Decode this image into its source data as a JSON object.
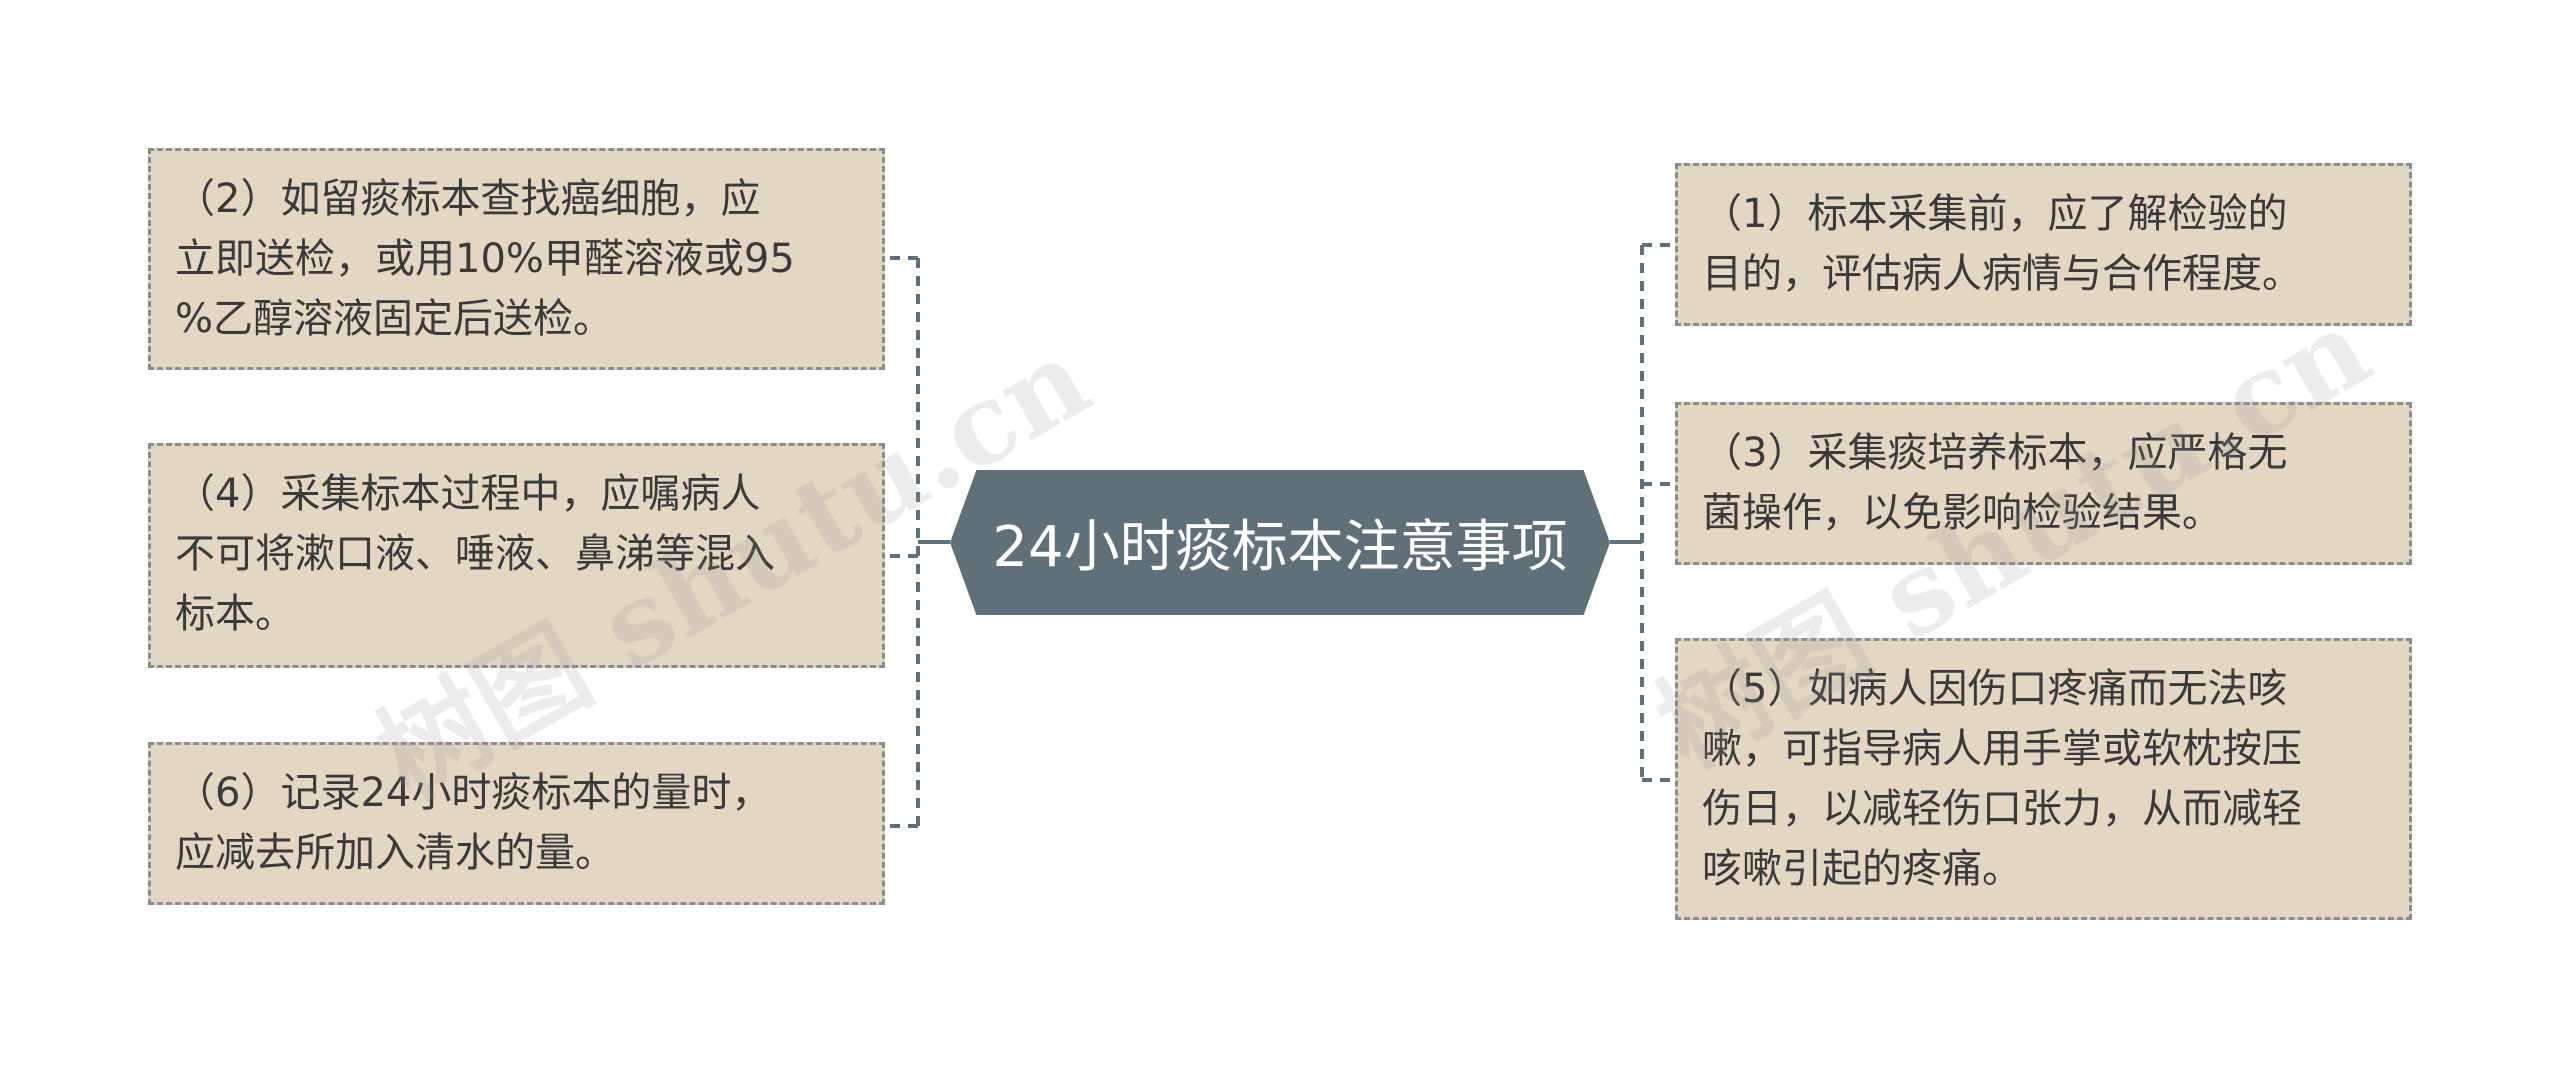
{
  "center": {
    "label": "24小时痰标本注意事项"
  },
  "left_nodes": [
    {
      "text": "（2）如留痰标本查找癌细胞，应\n立即送检，或用10%甲醛溶液或95\n%乙醇溶液固定后送检。"
    },
    {
      "text": "（4）采集标本过程中，应嘱病人\n不可将漱口液、唾液、鼻涕等混入\n标本。"
    },
    {
      "text": "（6）记录24小时痰标本的量时，\n应减去所加入清水的量。"
    }
  ],
  "right_nodes": [
    {
      "text": "（1）标本采集前，应了解检验的\n目的，评估病人病情与合作程度。"
    },
    {
      "text": "（3）采集痰培养标本，应严格无\n菌操作，以免影响检验结果。"
    },
    {
      "text": "（5）如病人因伤口疼痛而无法咳\n嗽，可指导病人用手掌或软枕按压\n伤日，以减轻伤口张力，从而减轻\n咳嗽引起的疼痛。"
    }
  ],
  "watermarks": [
    "树图 shutu.cn",
    "树图 shutu.cn"
  ],
  "colors": {
    "center_fill": "#5f707b",
    "node_fill": "#e3d6c3",
    "node_border": "#8c8c8c",
    "connector": "#5f707b"
  }
}
